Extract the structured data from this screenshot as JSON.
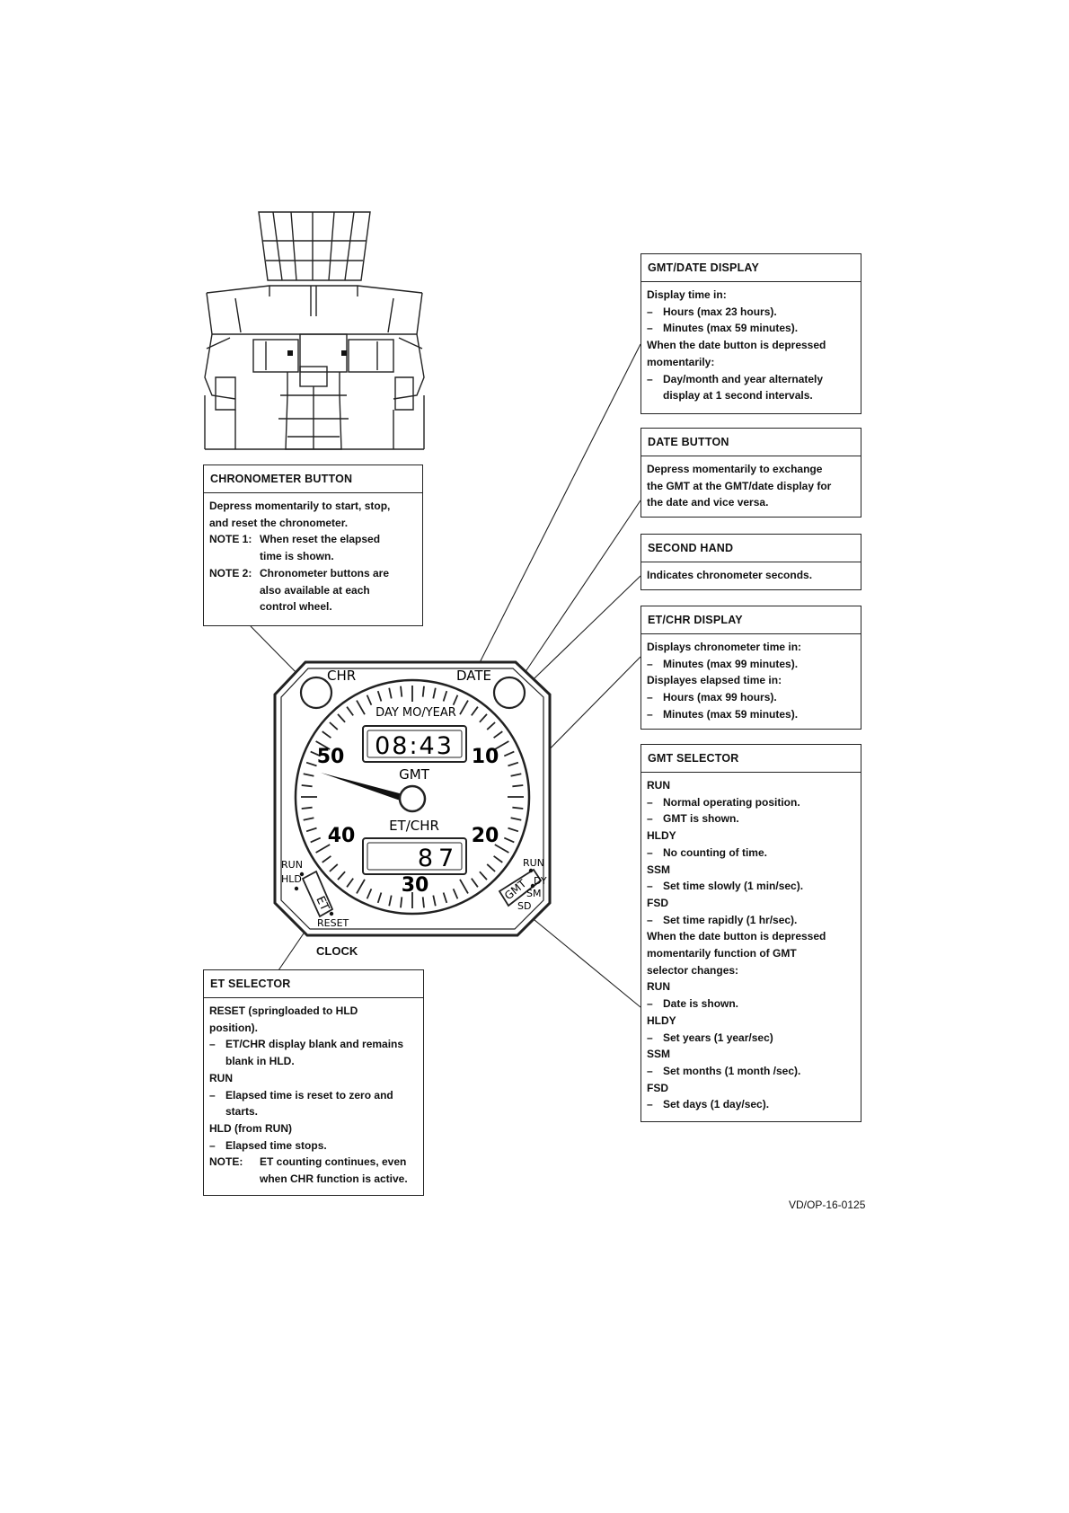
{
  "clock_faces": {
    "chr_label": "CHR",
    "date_label": "DATE",
    "day_mo_year_label": "DAY MO/YEAR",
    "gmt_digits": "08:43",
    "gmt_label": "GMT",
    "et_chr_label": "ET/CHR",
    "et_digits": "87",
    "dial_numbers": [
      "50",
      "10",
      "40",
      "20",
      "30"
    ],
    "et_knob_label": "ET",
    "gmt_knob_label": "GMT",
    "run_left": "RUN",
    "hld_left": "HLD",
    "reset_label": "RESET",
    "run_right": "RUN",
    "dy_label": "DY",
    "sm_label": "SM",
    "sd_label": "SD"
  },
  "clock_caption": "CLOCK",
  "reference_code": "VD/OP-16-0125",
  "callouts": {
    "chronometer_button": {
      "title": "CHRONOMETER BUTTON",
      "lines": [
        {
          "kind": "text",
          "text": "Depress momentarily to start, stop,"
        },
        {
          "kind": "text",
          "text": "and reset the chronometer."
        },
        {
          "kind": "note",
          "mark": "NOTE 1:",
          "text": "When reset the elapsed"
        },
        {
          "kind": "noteind",
          "text": "time is shown."
        },
        {
          "kind": "note",
          "mark": "NOTE 2:",
          "text": "Chronometer buttons are"
        },
        {
          "kind": "noteind",
          "text": "also available at each"
        },
        {
          "kind": "noteind",
          "text": "control wheel."
        }
      ]
    },
    "et_selector": {
      "title": "ET SELECTOR",
      "lines": [
        {
          "kind": "text",
          "text": "RESET (springloaded to HLD"
        },
        {
          "kind": "text",
          "text": "position)."
        },
        {
          "kind": "dash",
          "mark": "–",
          "text": "ET/CHR display blank and remains"
        },
        {
          "kind": "ind",
          "text": "blank in HLD."
        },
        {
          "kind": "text",
          "text": "RUN"
        },
        {
          "kind": "dash",
          "mark": "–",
          "text": "Elapsed time is reset to zero and"
        },
        {
          "kind": "ind",
          "text": "starts."
        },
        {
          "kind": "text",
          "text": "HLD (from RUN)"
        },
        {
          "kind": "dash",
          "mark": "–",
          "text": "Elapsed time stops."
        },
        {
          "kind": "note",
          "mark": "NOTE:",
          "text": "ET counting continues, even"
        },
        {
          "kind": "noteind",
          "text": "when CHR function is active."
        }
      ]
    },
    "gmt_date_display": {
      "title": "GMT/DATE DISPLAY",
      "lines": [
        {
          "kind": "text",
          "text": "Display time in:"
        },
        {
          "kind": "dash",
          "mark": "–",
          "text": "Hours (max 23 hours)."
        },
        {
          "kind": "dash",
          "mark": "–",
          "text": "Minutes (max 59 minutes)."
        },
        {
          "kind": "text",
          "text": "When the date button is depressed"
        },
        {
          "kind": "text",
          "text": "momentarily:"
        },
        {
          "kind": "dash",
          "mark": "–",
          "text": "Day/month and year alternately"
        },
        {
          "kind": "ind",
          "text": "display at 1 second intervals."
        }
      ]
    },
    "date_button": {
      "title": "DATE BUTTON",
      "lines": [
        {
          "kind": "text",
          "text": "Depress momentarily to exchange"
        },
        {
          "kind": "text",
          "text": "the GMT at the GMT/date display for"
        },
        {
          "kind": "text",
          "text": "the date and vice versa."
        }
      ]
    },
    "second_hand": {
      "title": "SECOND HAND",
      "lines": [
        {
          "kind": "text",
          "text": "Indicates chronometer seconds."
        }
      ]
    },
    "et_chr_display": {
      "title": "ET/CHR DISPLAY",
      "lines": [
        {
          "kind": "text",
          "text": "Displays chronometer time in:"
        },
        {
          "kind": "dash",
          "mark": "–",
          "text": "Minutes (max 99 minutes)."
        },
        {
          "kind": "text",
          "text": "Displayes elapsed time in:"
        },
        {
          "kind": "dash",
          "mark": "–",
          "text": "Hours (max 99 hours)."
        },
        {
          "kind": "dash",
          "mark": "–",
          "text": "Minutes (max 59 minutes)."
        }
      ]
    },
    "gmt_selector": {
      "title": "GMT SELECTOR",
      "lines": [
        {
          "kind": "text",
          "text": "RUN"
        },
        {
          "kind": "dash",
          "mark": "–",
          "text": "Normal operating position."
        },
        {
          "kind": "dash",
          "mark": "–",
          "text": "GMT is shown."
        },
        {
          "kind": "text",
          "text": "HLDY"
        },
        {
          "kind": "dash",
          "mark": "–",
          "text": "No counting of time."
        },
        {
          "kind": "text",
          "text": "SSM"
        },
        {
          "kind": "dash",
          "mark": "–",
          "text": "Set time slowly (1 min/sec)."
        },
        {
          "kind": "text",
          "text": "FSD"
        },
        {
          "kind": "dash",
          "mark": "–",
          "text": "Set time rapidly (1 hr/sec)."
        },
        {
          "kind": "text",
          "text": "When the date button is depressed"
        },
        {
          "kind": "text",
          "text": "momentarily function of GMT"
        },
        {
          "kind": "text",
          "text": "selector changes:"
        },
        {
          "kind": "text",
          "text": "RUN"
        },
        {
          "kind": "dash",
          "mark": "–",
          "text": "Date is shown."
        },
        {
          "kind": "text",
          "text": "HLDY"
        },
        {
          "kind": "dash",
          "mark": "–",
          "text": "Set years (1 year/sec)"
        },
        {
          "kind": "text",
          "text": "SSM"
        },
        {
          "kind": "dash",
          "mark": "–",
          "text": "Set months (1 month /sec)."
        },
        {
          "kind": "text",
          "text": "FSD"
        },
        {
          "kind": "dash",
          "mark": "–",
          "text": "Set days (1 day/sec)."
        }
      ]
    }
  }
}
